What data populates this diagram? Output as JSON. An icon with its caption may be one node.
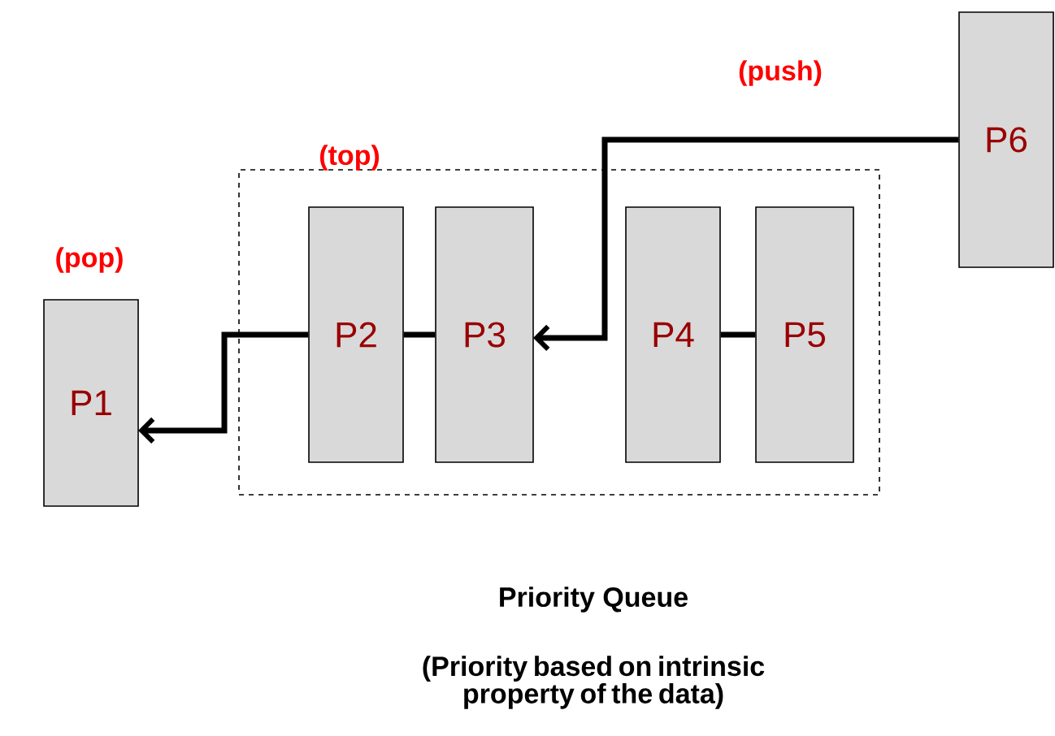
{
  "diagram": {
    "title": "Priority Queue",
    "caption": "(Priority based on intrinsic property of the data)",
    "nodes": [
      {
        "text": [
          "P1"
        ]
      },
      {
        "text": [],
        "shape": "box"
      },
      {
        "text": [
          "P2"
        ],
        "in": 1
      },
      {
        "text": [
          "P3"
        ],
        "in": 1
      },
      {
        "text": [
          "P4"
        ],
        "in": 1
      },
      {
        "text": [
          "P5"
        ],
        "in": 1
      },
      {
        "text": [
          "P6"
        ]
      }
    ],
    "edges": [
      {
        "from": 6,
        "to": 3,
        "arrow": "to"
      },
      {
        "from": 2,
        "to": 0,
        "arrow": "to"
      },
      {
        "from": 2,
        "to": 3,
        "arrow": "none"
      },
      {
        "from": 4,
        "to": 5,
        "arrow": "none"
      }
    ],
    "labels": [
      "(push)",
      "(top)",
      "(pop)"
    ]
  }
}
